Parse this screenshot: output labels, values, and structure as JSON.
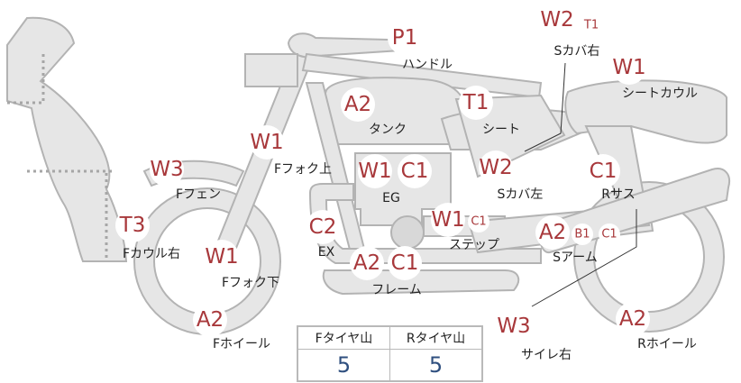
{
  "parts": [
    {
      "id": "handle",
      "name": "ハンドル",
      "codes": [
        "P1"
      ]
    },
    {
      "id": "seat-cover-right",
      "name": "Sカバ右",
      "codes": [
        "W2"
      ],
      "small_codes": [
        "T1"
      ]
    },
    {
      "id": "seat-cowl",
      "name": "シートカウル",
      "codes": [
        "W1"
      ]
    },
    {
      "id": "tank",
      "name": "タンク",
      "codes": [
        "A2"
      ]
    },
    {
      "id": "seat",
      "name": "シート",
      "codes": [
        "T1"
      ]
    },
    {
      "id": "front-fork-upper",
      "name": "Fフォク上",
      "codes": [
        "W1"
      ]
    },
    {
      "id": "engine",
      "name": "EG",
      "codes": [
        "W1",
        "C1"
      ]
    },
    {
      "id": "seat-cover-left",
      "name": "Sカバ左",
      "codes": [
        "W2"
      ]
    },
    {
      "id": "rear-suspension",
      "name": "Rサス",
      "codes": [
        "C1"
      ]
    },
    {
      "id": "front-fender",
      "name": "Fフェン",
      "codes": [
        "W3"
      ]
    },
    {
      "id": "exhaust",
      "name": "EX",
      "codes": [
        "C2"
      ]
    },
    {
      "id": "step",
      "name": "ステップ",
      "codes": [
        "W1"
      ],
      "small_codes": [
        "C1"
      ]
    },
    {
      "id": "swingarm",
      "name": "Sアーム",
      "codes": [
        "A2"
      ],
      "small_codes": [
        "B1",
        "C1"
      ]
    },
    {
      "id": "front-cowl-right",
      "name": "Fカウル右",
      "codes": [
        "T3"
      ]
    },
    {
      "id": "front-fork-lower",
      "name": "Fフォク下",
      "codes": [
        "W1"
      ]
    },
    {
      "id": "frame",
      "name": "フレーム",
      "codes": [
        "A2",
        "C1"
      ]
    },
    {
      "id": "front-wheel",
      "name": "Fホイール",
      "codes": [
        "A2"
      ]
    },
    {
      "id": "silencer-right",
      "name": "サイレ右",
      "codes": [
        "W3"
      ]
    },
    {
      "id": "rear-wheel",
      "name": "Rホイール",
      "codes": [
        "A2"
      ]
    }
  ],
  "tread": {
    "front_label": "Fタイヤ山",
    "rear_label": "Rタイヤ山",
    "front_value": "5",
    "rear_value": "5"
  }
}
